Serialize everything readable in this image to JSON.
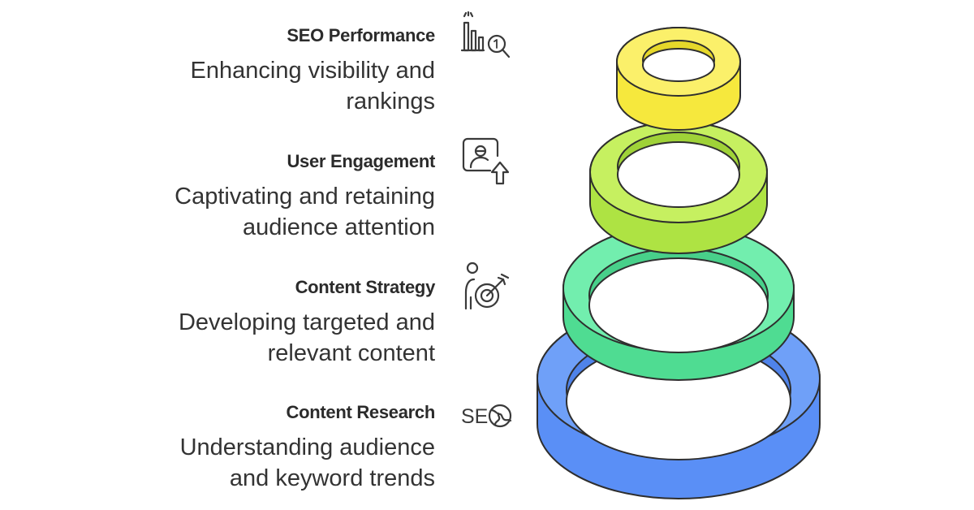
{
  "items": [
    {
      "title": "SEO Performance",
      "desc_lines": [
        "Enhancing visibility and",
        "rankings"
      ],
      "icon": "ranking-chart-icon",
      "color": "#f4e94a"
    },
    {
      "title": "User Engagement",
      "desc_lines": [
        "Captivating and retaining",
        "audience attention"
      ],
      "icon": "user-upload-icon",
      "color": "#b4ea4c"
    },
    {
      "title": "Content Strategy",
      "desc_lines": [
        "Developing targeted and",
        "relevant content"
      ],
      "icon": "target-strategy-icon",
      "color": "#5ee6a0"
    },
    {
      "title": "Content Research",
      "desc_lines": [
        "Understanding audience",
        "and keyword trends"
      ],
      "icon": "seo-globe-icon",
      "icon_text": "SE",
      "color": "#5a8ff6"
    }
  ]
}
